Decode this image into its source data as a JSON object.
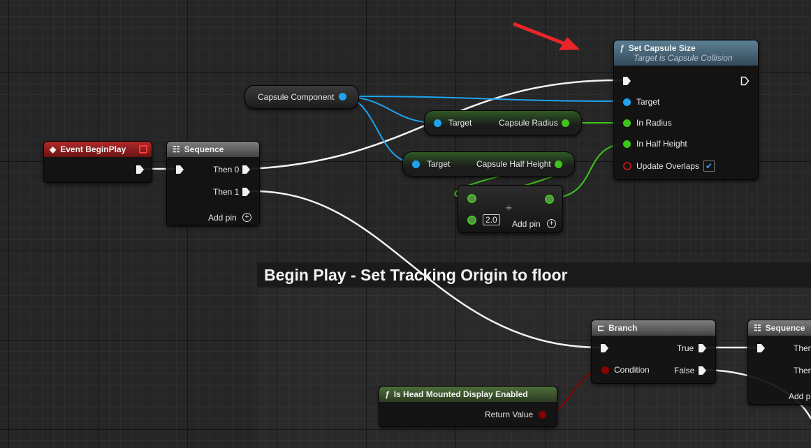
{
  "comment": {
    "title": "Begin Play - Set Tracking Origin to floor"
  },
  "nodes": {
    "event_beginplay": {
      "title": "Event BeginPlay"
    },
    "sequence1": {
      "title": "Sequence",
      "pins": [
        "Then 0",
        "Then 1",
        "Add pin"
      ]
    },
    "capsule_component": {
      "label": "Capsule Component"
    },
    "get_radius": {
      "in": "Target",
      "out": "Capsule Radius"
    },
    "get_half_height": {
      "in": "Target",
      "out": "Capsule Half Height"
    },
    "divide": {
      "symbol": "÷",
      "value": "2.0",
      "add_pin": "Add pin"
    },
    "set_capsule_size": {
      "title": "Set Capsule Size",
      "subtitle": "Target is Capsule Collision",
      "pins": [
        "Target",
        "In Radius",
        "In Half Height",
        "Update Overlaps"
      ]
    },
    "branch": {
      "title": "Branch",
      "condition": "Condition",
      "true": "True",
      "false": "False"
    },
    "is_hmd": {
      "title": "Is Head Mounted Display Enabled",
      "return": "Return Value"
    },
    "sequence2": {
      "title": "Sequence",
      "pins": [
        "Then",
        "Then",
        "Add p"
      ]
    }
  },
  "colors": {
    "object_pin": "#1fa3f0",
    "float_pin": "#3ec51b",
    "bool_pin": "#8a0000",
    "exec_wire": "#f2f2f2",
    "annotation_arrow": "#e8262a"
  },
  "icons": {
    "function": "function-icon",
    "event": "event-diamond-icon",
    "sequence": "sequence-icon",
    "branch": "branch-icon"
  }
}
